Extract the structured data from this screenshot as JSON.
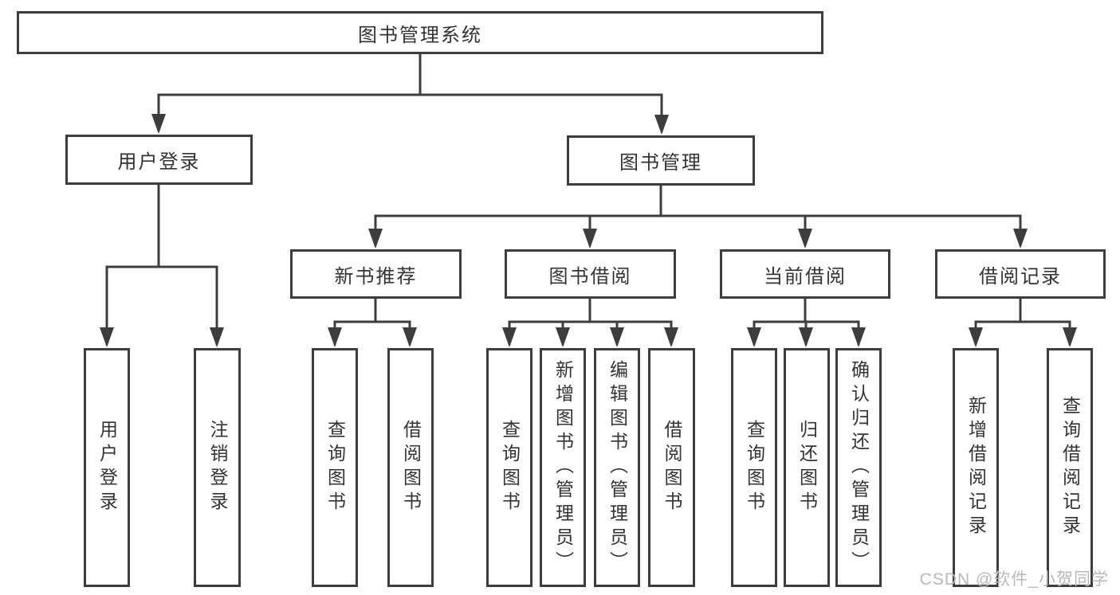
{
  "diagram_title": "图书管理系统",
  "tree": {
    "label": "图书管理系统",
    "children": [
      {
        "label": "用户登录",
        "children": [
          {
            "label": "用户登录"
          },
          {
            "label": "注销登录"
          }
        ]
      },
      {
        "label": "图书管理",
        "children": [
          {
            "label": "新书推荐",
            "children": [
              {
                "label": "查询图书"
              },
              {
                "label": "借阅图书"
              }
            ]
          },
          {
            "label": "图书借阅",
            "children": [
              {
                "label": "查询图书"
              },
              {
                "label": "新增图书（管理员）"
              },
              {
                "label": "编辑图书（管理员）"
              },
              {
                "label": "借阅图书"
              }
            ]
          },
          {
            "label": "当前借阅",
            "children": [
              {
                "label": "查询图书"
              },
              {
                "label": "归还图书"
              },
              {
                "label": "确认归还（管理员）"
              }
            ]
          },
          {
            "label": "借阅记录",
            "children": [
              {
                "label": "新增借阅记录"
              },
              {
                "label": "查询借阅记录"
              }
            ]
          }
        ]
      }
    ]
  },
  "watermark": {
    "text": "CSDN @软件_小贺同学"
  },
  "colors": {
    "line": "#3d3d3d",
    "text": "#333333",
    "watermark": "#b9b9b9",
    "background": "#ffffff"
  }
}
